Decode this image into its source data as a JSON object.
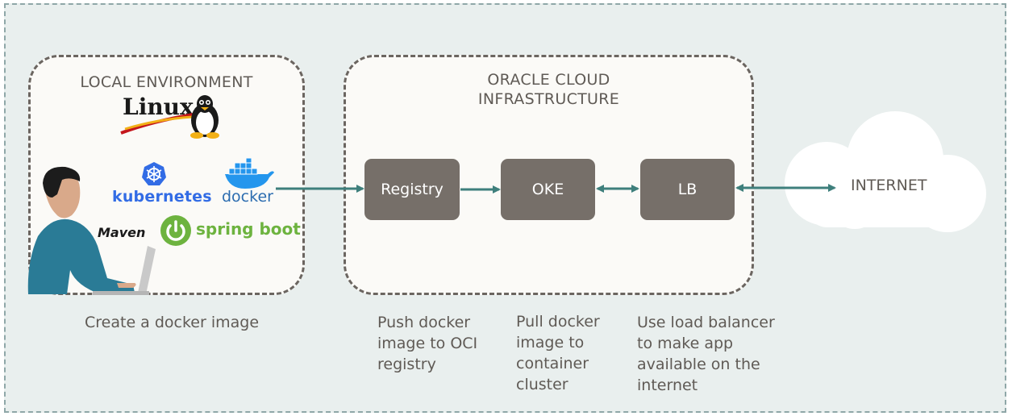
{
  "local_env": {
    "title": "LOCAL ENVIRONMENT",
    "logos": {
      "linux": "Linux",
      "kubernetes": "kubernetes",
      "docker": "docker",
      "maven": "Maven",
      "spring_boot": "spring boot"
    },
    "caption": "Create a docker image"
  },
  "oci": {
    "title_line1": "ORACLE CLOUD",
    "title_line2": "INFRASTRUCTURE"
  },
  "nodes": {
    "registry": "Registry",
    "oke": "OKE",
    "lb": "LB"
  },
  "internet": {
    "label": "INTERNET"
  },
  "captions": {
    "registry": "Push docker\nimage to OCI\nregistry",
    "oke": "Pull docker\nimage to\ncontainer\ncluster",
    "lb": "Use load balancer\nto make app\navailable on the\ninternet"
  },
  "colors": {
    "arrow": "#3e7f7c",
    "node_fill": "#766f69",
    "outer_bg": "#e9efee",
    "box_border": "#6b6560",
    "spring_green": "#6db33f",
    "k8s_blue": "#326ce5",
    "docker_blue": "#2496ed",
    "linux_red": "#c4161c",
    "person_shirt": "#2a7b96"
  },
  "icons": [
    "tux-penguin-icon",
    "kubernetes-wheel-icon",
    "docker-whale-icon",
    "spring-power-icon",
    "person-laptop-icon",
    "cloud-icon"
  ]
}
